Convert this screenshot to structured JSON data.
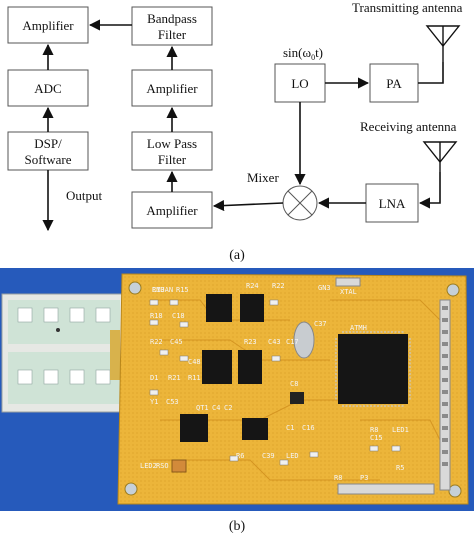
{
  "diagram": {
    "blocks": {
      "amplifier_top": "Amplifier",
      "adc": "ADC",
      "dsp_line1": "DSP/",
      "dsp_line2": "Software",
      "bandpass_line1": "Bandpass",
      "bandpass_line2": "Filter",
      "amplifier_mid": "Amplifier",
      "lowpass_line1": "Low Pass",
      "lowpass_line2": "Filter",
      "amplifier_bottom": "Amplifier",
      "lo": "LO",
      "pa": "PA",
      "lna": "LNA"
    },
    "labels": {
      "output": "Output",
      "mixer": "Mixer",
      "lo_signal": "sin(ω",
      "lo_signal_sub": "0",
      "lo_signal_end": "t)",
      "transmitting_antenna": "Transmitting antenna",
      "receiving_antenna": "Receiving antenna"
    },
    "caption_a": "(a)"
  },
  "photo": {
    "silkscreen": [
      "R13",
      "R15",
      "R24",
      "R22",
      "GN3",
      "XTAL",
      "R18",
      "C18",
      "R23",
      "C43",
      "C17",
      "R22",
      "C45",
      "C48",
      "ATMH",
      "D1",
      "R21",
      "R11",
      "C37",
      "Y1",
      "C53",
      "C8",
      "QT1",
      "C2",
      "C4",
      "C1",
      "C16",
      "C15",
      "R8",
      "LED1",
      "LED2",
      "RSO",
      "LED",
      "C39",
      "R6",
      "R5",
      "R8",
      "P3",
      "CMUAN"
    ],
    "caption_b": "(b)"
  }
}
